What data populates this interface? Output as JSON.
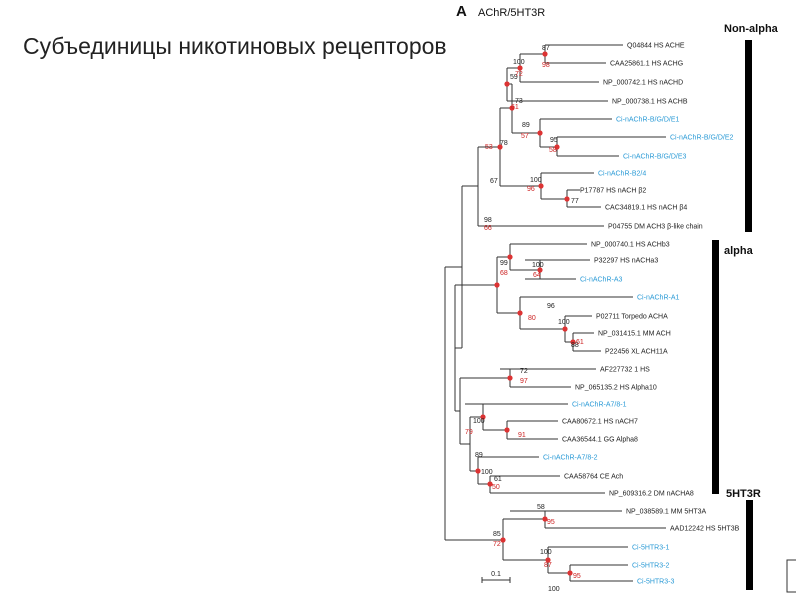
{
  "slide": {
    "title": "Субъединицы никотиновых рецепторов"
  },
  "figure": {
    "panel_letter": "A",
    "panel_title": "AChR/5HT3R",
    "scale_label": "0.1",
    "colors": {
      "branch": "#333333",
      "highlight": "#2a9ad6",
      "node": "#dd3333",
      "bar": "#000000"
    },
    "groups": [
      "Non-alpha",
      "alpha",
      "5HT3R"
    ],
    "leaves": [
      "Q04844 HS ACHE",
      "CAA25861.1 HS ACHG",
      "NP_000742.1 HS nACHD",
      "NP_000738.1 HS ACHB",
      "Ci-nAChR-B/G/D/E1",
      "Ci-nAChR-B/G/D/E2",
      "Ci-nAChR-B/G/D/E3",
      "Ci-nAChR-B2/4",
      "P17787 HS nACH β2",
      "CAC34819.1 HS nACH β4",
      "P04755 DM ACH3 β-like chain",
      "NP_000740.1 HS ACHb3",
      "P32297 HS nACHa3",
      "Ci-nAChR-A3",
      "Ci-nAChR-A1",
      "P02711 Torpedo ACHA",
      "NP_031415.1 MM ACH",
      "P22456 XL ACH11A",
      "AF227732 1 HS",
      "NP_065135.2 HS Alpha10",
      "Ci-nAChR-A7/8-1",
      "CAA80672.1 HS nACH7",
      "CAA36544.1 GG Alpha8",
      "Ci-nAChR-A7/8-2",
      "CAA58764 CE Ach",
      "NP_609316.2 DM nACHA8",
      "NP_038589.1 MM 5HT3A",
      "AAD12242 HS 5HT3B",
      "Ci-5HTR3-1",
      "Ci-5HTR3-2",
      "Ci-5HTR3-3"
    ],
    "highlighted_leaves": [
      4,
      5,
      6,
      7,
      13,
      14,
      20,
      23,
      28,
      29,
      30
    ],
    "bootstrap_black": [
      "87",
      "100",
      "59",
      "73",
      "89",
      "95",
      "78",
      "100",
      "67",
      "77",
      "98",
      "99",
      "100",
      "96",
      "100",
      "88",
      "72",
      "100",
      "89",
      "100",
      "61",
      "58",
      "85",
      "100",
      "100"
    ],
    "bootstrap_red": [
      "98",
      "72",
      "61",
      "57",
      "58",
      "53",
      "96",
      "66",
      "68",
      "64",
      "80",
      "61",
      "97",
      "79",
      "91",
      "50",
      "95",
      "72",
      "87",
      "95"
    ]
  }
}
